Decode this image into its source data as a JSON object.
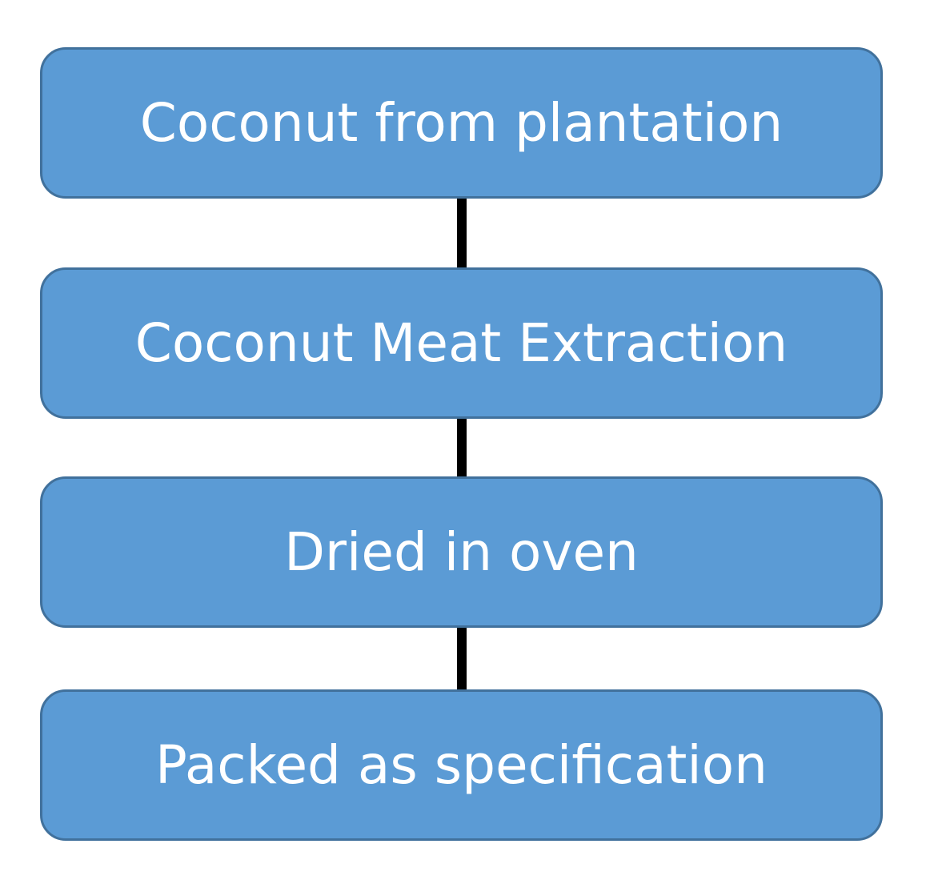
{
  "steps": [
    {
      "label": "Coconut from plantation"
    },
    {
      "label": "Coconut Meat Extraction"
    },
    {
      "label": "Dried in oven"
    },
    {
      "label": "Packed as specification"
    }
  ],
  "colors": {
    "box_fill": "#5B9BD5",
    "box_border": "#41719C",
    "connector": "#000000"
  }
}
